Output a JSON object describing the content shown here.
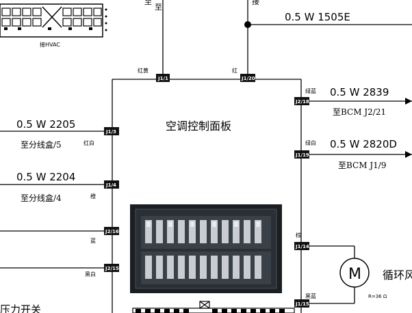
{
  "diagram": {
    "title": "空调控制面板",
    "hvac_label": "接HVAC",
    "top_partial_1": "至",
    "top_partial_2": "至",
    "top_partial_3": "接",
    "top_wire": "0.5  W  1505E",
    "pins": {
      "j1_1": "J1/1",
      "j1_20": "J1/20",
      "j1_3": "J1/3",
      "j1_4": "J1/4",
      "j2_16": "J2/16",
      "j2_15": "J2/15",
      "j2_18": "J2/18",
      "j1_19": "J1/19",
      "j1_14": "J1/14",
      "j1_15": "J1/15"
    },
    "wire_colors": {
      "j1_1": "红黄",
      "j1_20": "红",
      "j1_3": "红白",
      "j1_4": "橙",
      "j2_16": "蓝",
      "j2_15": "黑白",
      "j2_18": "绿蓝",
      "j1_19": "绿白",
      "j1_14": "棕",
      "j1_15": "黑蓝"
    },
    "left_wires": [
      {
        "spec": "0.5  W  2205",
        "dest": "至分线盒/5"
      },
      {
        "spec": "0.5  W  2204",
        "dest": "至分线盒/4"
      }
    ],
    "right_wires": [
      {
        "spec": "0.5  W  2839",
        "dest": "至BCM  J2/21"
      },
      {
        "spec": "0.5  W  2820D",
        "dest": "至BCM  J1/9"
      }
    ],
    "pressure_switch": "压力开关",
    "motor_symbol": "M",
    "motor_label": "循环风",
    "motor_resistance": "R=36 Ω"
  }
}
